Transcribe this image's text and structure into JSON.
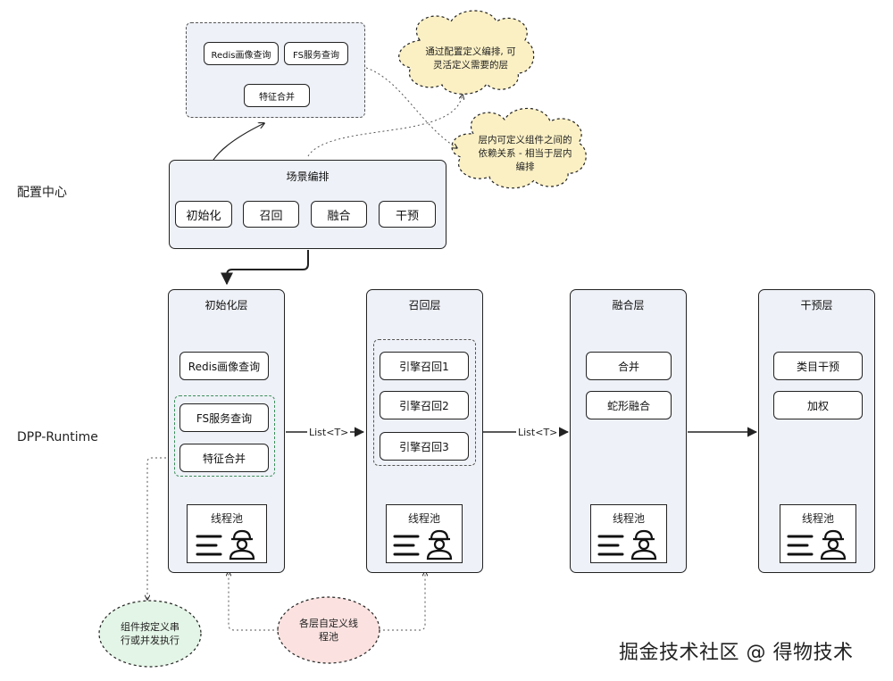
{
  "side_labels": {
    "config": "配置中心",
    "runtime": "DPP-Runtime"
  },
  "top_panel": {
    "redis": "Redis画像查询",
    "fs": "FS服务查询",
    "merge": "特征合并"
  },
  "scene": {
    "title": "场景编排",
    "steps": [
      "初始化",
      "召回",
      "融合",
      "干预"
    ]
  },
  "clouds": {
    "cloud1_line1": "通过配置定义编排, 可",
    "cloud1_line2": "灵活定义需要的层",
    "cloud2_line1": "层内可定义组件之间的",
    "cloud2_line2": "依赖关系 - 相当于层内",
    "cloud2_line3": "编排"
  },
  "layers": {
    "init": {
      "title": "初始化层",
      "items": [
        "Redis画像查询",
        "FS服务查询",
        "特征合并"
      ]
    },
    "recall": {
      "title": "召回层",
      "items": [
        "引擎召回1",
        "引擎召回2",
        "引擎召回3"
      ]
    },
    "fusion": {
      "title": "融合层",
      "items": [
        "合并",
        "蛇形融合"
      ]
    },
    "intervene": {
      "title": "干预层",
      "items": [
        "类目干预",
        "加权"
      ]
    }
  },
  "pool_label": "线程池",
  "edge_labels": {
    "list1": "List<T>",
    "list2": "List<T>"
  },
  "bubbles": {
    "green_line1": "组件按定义串",
    "green_line2": "行或并发执行",
    "red_line1": "各层自定义线",
    "red_line2": "程池"
  },
  "watermark": "掘金技术社区 @ 得物技术",
  "colors": {
    "panel": "#eef1f7",
    "cloud": "#fbf0c4",
    "green_bubble": "#e3f5e6",
    "red_bubble": "#fbe2e0",
    "group_dash": "#3b8d5a"
  }
}
